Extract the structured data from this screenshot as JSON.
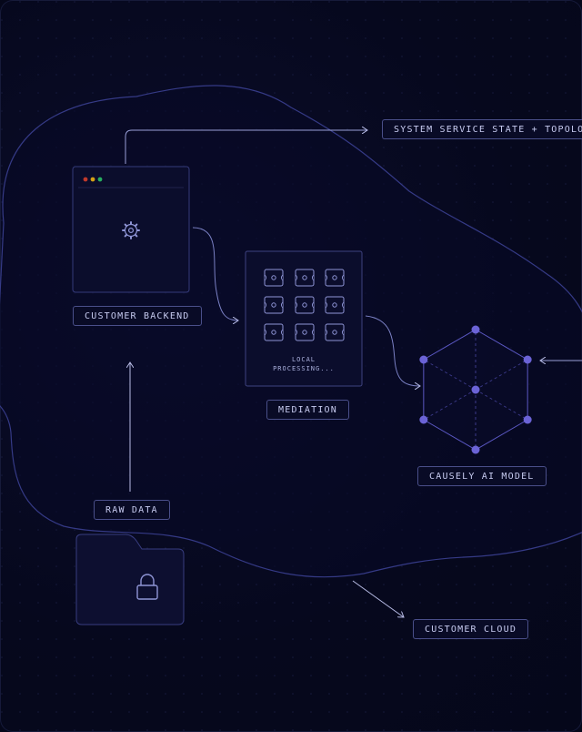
{
  "labels": {
    "system_state": "SYSTEM SERVICE STATE + TOPOLOGY",
    "customer_backend": "CUSTOMER BACKEND",
    "mediation": "MEDIATION",
    "causely_model": "CAUSELY AI MODEL",
    "raw_data": "RAW DATA",
    "customer_cloud": "CUSTOMER CLOUD"
  },
  "mediation_panel": {
    "status_line1": "LOCAL",
    "status_line2": "PROCESSING..."
  },
  "icons": {
    "backend": "gear-icon",
    "data_store": "lock-icon",
    "mediation_units": "chip-icon"
  },
  "colors": {
    "background": "#05071a",
    "cloud_stroke": "#3b3f8c",
    "node": "#6b63d6",
    "window_dot_red": "#c0392b",
    "window_dot_yellow": "#d4a017",
    "window_dot_green": "#27ae60"
  }
}
